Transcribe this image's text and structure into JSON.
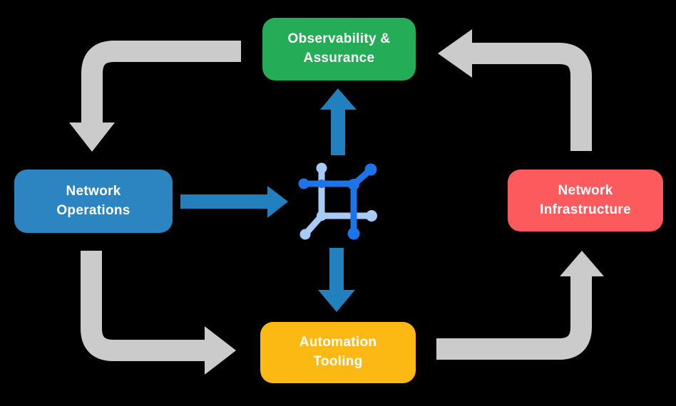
{
  "diagram": {
    "nodes": [
      {
        "id": "observability-assurance",
        "label": "Observability &\nAssurance",
        "color": "#24AC57"
      },
      {
        "id": "network-operations",
        "label": "Network\nOperations",
        "color": "#2C85C1"
      },
      {
        "id": "network-infrastructure",
        "label": "Network\nInfrastructure",
        "color": "#FC5A5C"
      },
      {
        "id": "automation-tooling",
        "label": "Automation\nTooling",
        "color": "#FDB913"
      }
    ],
    "center_icon": "network-mesh-icon",
    "flows": [
      {
        "from": "observability-assurance",
        "to": "network-operations",
        "style": "gray"
      },
      {
        "from": "network-operations",
        "to": "automation-tooling",
        "style": "gray"
      },
      {
        "from": "automation-tooling",
        "to": "network-infrastructure",
        "style": "gray"
      },
      {
        "from": "network-infrastructure",
        "to": "observability-assurance",
        "style": "gray"
      },
      {
        "from": "network-operations",
        "to": "center-icon",
        "style": "blue"
      },
      {
        "from": "center-icon",
        "to": "observability-assurance",
        "style": "blue"
      },
      {
        "from": "center-icon",
        "to": "automation-tooling",
        "style": "blue"
      }
    ],
    "colors": {
      "background": "#000000",
      "text": "#FFFFFF",
      "arrow_gray": "#CBCBCB",
      "arrow_blue": "#2280BE",
      "icon_dark_blue": "#1C75E8",
      "icon_light_blue": "#A7CBF5"
    }
  }
}
